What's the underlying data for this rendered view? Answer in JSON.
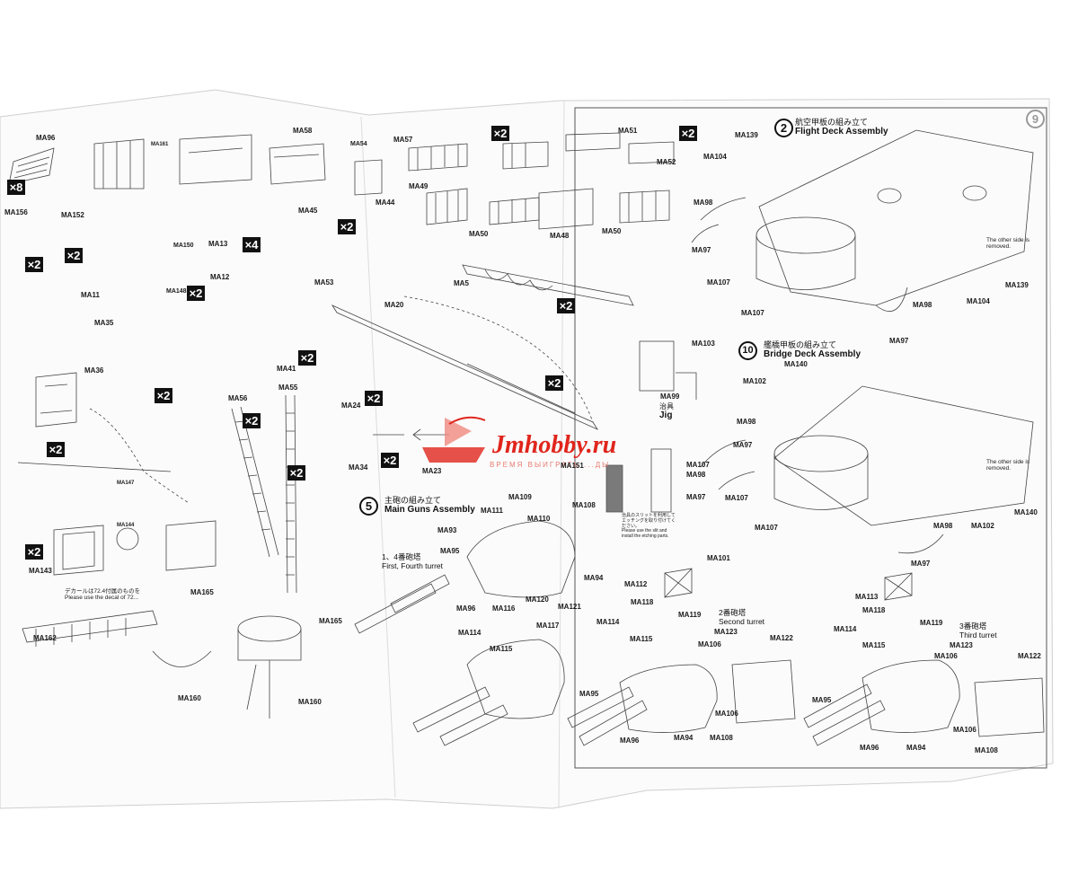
{
  "watermark": {
    "brand": "Jmhobby.ru",
    "slogan": "ВРЕМЯ ВЫИГРАТЬ ...ДЫ"
  },
  "page_badge": "9",
  "steps": {
    "main_guns": {
      "num": "5",
      "jp": "主砲の組み立て",
      "en": "Main Guns Assembly"
    },
    "flight_deck": {
      "num": "2",
      "jp": "航空甲板の組み立て",
      "en": "Flight Deck Assembly"
    },
    "bridge_deck": {
      "num": "10",
      "jp": "艦橋甲板の組み立て",
      "en": "Bridge Deck Assembly"
    }
  },
  "turret_labels": {
    "first_fourth_jp": "1、4番砲塔",
    "first_fourth_en": "First, Fourth turret",
    "second_jp": "2番砲塔",
    "second_en": "Second turret",
    "third_jp": "3番砲塔",
    "third_en": "Third turret"
  },
  "notes": {
    "decal_jp": "デカールは72.4付属のものを",
    "decal_en": "Please use the decal of 72...",
    "jig_jp": "治具",
    "jig_en": "Jig",
    "slit_jp": "治具のスリットを利用してエッチングを取り付けてください。",
    "slit_en": "Please use the slit and install the etching parts.",
    "other_side_1": "The other side is removed.",
    "other_side_2": "The other side is removed."
  },
  "multipliers": [
    "×8",
    "×2",
    "×2",
    "×2",
    "×4",
    "×2",
    "×2",
    "×2",
    "×2",
    "×2",
    "×2",
    "×2",
    "×2",
    "×2",
    "×2",
    "×2",
    "×2",
    "×2"
  ],
  "parts": {
    "ma96": "MA96",
    "ma156": "MA156",
    "ma152": "MA152",
    "ma161": "MA161",
    "ma58": "MA58",
    "ma54": "MA54",
    "ma57": "MA57",
    "ma51": "MA51",
    "ma52": "MA52",
    "ma49": "MA49",
    "ma44": "MA44",
    "ma45": "MA45",
    "ma150": "MA150",
    "ma13": "MA13",
    "ma12": "MA12",
    "ma148": "MA148",
    "ma11": "MA11",
    "ma53": "MA53",
    "ma50": "MA50",
    "ma48": "MA48",
    "ma50b": "MA50",
    "ma5": "MA5",
    "ma20": "MA20",
    "ma35": "MA35",
    "ma36": "MA36",
    "ma41": "MA41",
    "ma56": "MA56",
    "ma55": "MA55",
    "ma24": "MA24",
    "ma34": "MA34",
    "ma23": "MA23",
    "ma151": "MA151",
    "ma99": "MA99",
    "ma147": "MA147",
    "ma144": "MA144",
    "ma143": "MA143",
    "ma165": "MA165",
    "ma165b": "MA165",
    "ma162": "MA162",
    "ma160": "MA160",
    "ma160b": "MA160",
    "ma109": "MA109",
    "ma111": "MA111",
    "ma110": "MA110",
    "ma108": "MA108",
    "ma93": "MA93",
    "ma95": "MA95",
    "ma94": "MA94",
    "ma120": "MA120",
    "ma121": "MA121",
    "ma96b": "MA96",
    "ma116": "MA116",
    "ma117": "MA117",
    "ma114": "MA114",
    "ma115": "MA115",
    "ma107": "MA107",
    "ma98": "MA98",
    "ma97": "MA97",
    "ma112": "MA112",
    "ma118": "MA118",
    "ma119": "MA119",
    "ma114b": "MA114",
    "ma115b": "MA115",
    "ma106": "MA106",
    "ma123": "MA123",
    "ma122": "MA122",
    "ma95b": "MA95",
    "ma96c": "MA96",
    "ma94b": "MA94",
    "ma106b": "MA106",
    "ma108b": "MA108",
    "ma113": "MA113",
    "ma118b": "MA118",
    "ma119b": "MA119",
    "ma114c": "MA114",
    "ma115c": "MA115",
    "ma106c": "MA106",
    "ma123b": "MA123",
    "ma122b": "MA122",
    "ma95c": "MA95",
    "ma96d": "MA96",
    "ma94c": "MA94",
    "ma106d": "MA106",
    "ma108c": "MA108",
    "ma139": "MA139",
    "ma104": "MA104",
    "ma98b": "MA98",
    "ma97b": "MA97",
    "ma107b": "MA107",
    "ma107c": "MA107",
    "ma103": "MA103",
    "ma104b": "MA104",
    "ma139b": "MA139",
    "ma98c": "MA98",
    "ma97c": "MA97",
    "ma140": "MA140",
    "ma102": "MA102",
    "ma98d": "MA98",
    "ma97d": "MA97",
    "ma107d": "MA107",
    "ma107e": "MA107",
    "ma101": "MA101",
    "ma98e": "MA98",
    "ma97e": "MA97",
    "ma102b": "MA102",
    "ma140b": "MA140"
  }
}
